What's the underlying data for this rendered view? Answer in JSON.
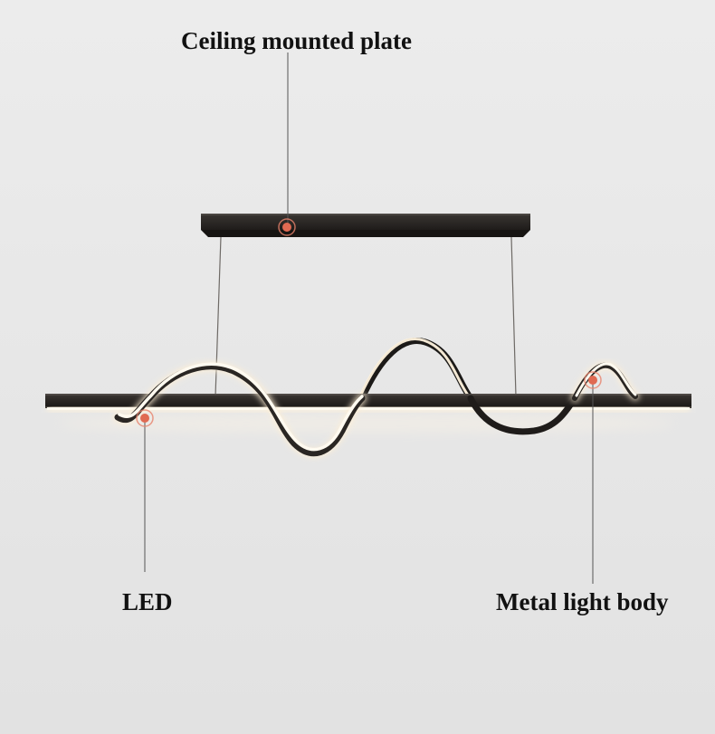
{
  "labels": {
    "ceiling_plate": "Ceiling mounted plate",
    "led": "LED",
    "metal_body": "Metal light body"
  },
  "colors": {
    "background": "#e8e8e8",
    "fixture_body": "#2a2623",
    "led_glow": "#fff4e2",
    "marker": "#e06a52"
  }
}
